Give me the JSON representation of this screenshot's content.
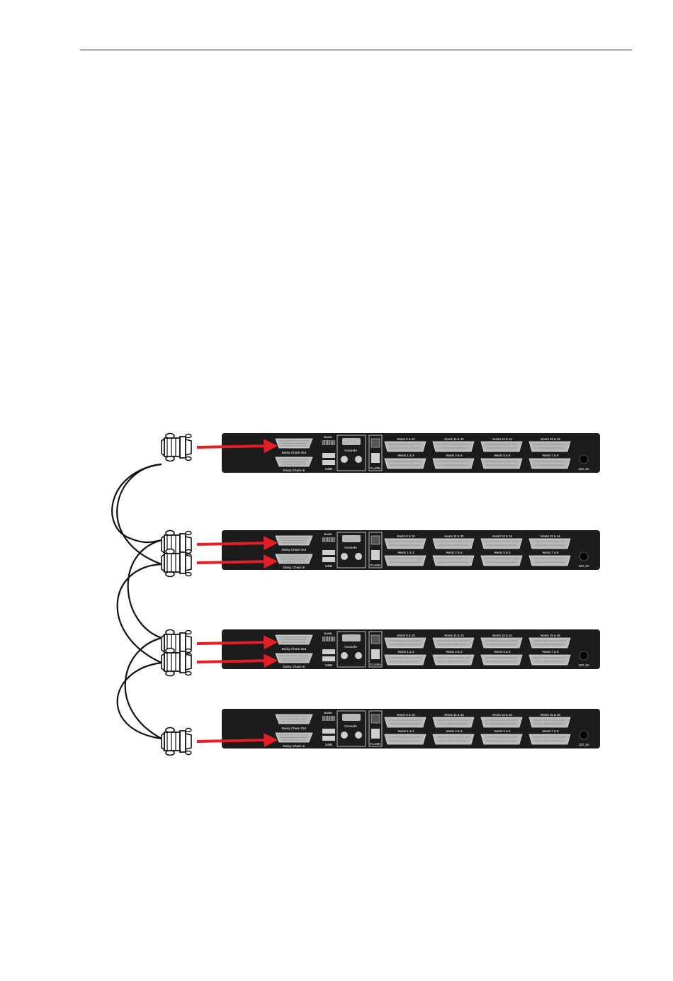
{
  "page": {
    "figure": {
      "description_free": true,
      "unit_labels": {
        "bank": "BANK",
        "console": "Console",
        "daisy_out": "Daisy Chain Out",
        "daisy_in": "Daisy Chain In",
        "usb": "USB",
        "flash": "FLASH",
        "power": "12V, 1A",
        "hosts_top": [
          "Hosts 9 & 10",
          "Hosts 11 & 12",
          "Hosts 13 & 14",
          "Hosts 15 & 16"
        ],
        "hosts_bottom": [
          "Hosts 1 & 2",
          "Hosts 3 & 4",
          "Hosts 5 & 6",
          "Hosts 7 & 8"
        ]
      },
      "units": [
        {
          "id": 1,
          "connected_ports": [
            "daisy_out"
          ]
        },
        {
          "id": 2,
          "connected_ports": [
            "daisy_out",
            "daisy_in"
          ]
        },
        {
          "id": 3,
          "connected_ports": [
            "daisy_out",
            "daisy_in"
          ]
        },
        {
          "id": 4,
          "connected_ports": [
            "daisy_in"
          ]
        }
      ],
      "colors": {
        "unit_body": "#1c1c1c",
        "port": "#b8b8b8",
        "arrow": "#e31e24",
        "cable": "#111111"
      }
    }
  }
}
